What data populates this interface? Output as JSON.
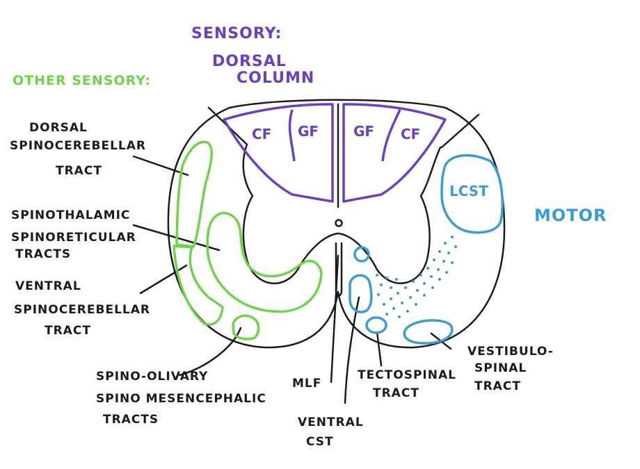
{
  "headings": {
    "sensory": "SENSORY:",
    "dorsal": "DORSAL",
    "column": "COLUMN",
    "other_sensory": "OTHER SENSORY:",
    "motor": "MOTOR"
  },
  "labels": {
    "dsct_1": "DORSAL",
    "dsct_2": "SPINOCEREBELLAR",
    "dsct_3": "TRACT",
    "stt_1": "SPINOTHALAMIC",
    "stt_2": "SPINORETICULAR",
    "stt_3": "TRACTS",
    "vsct_1": "VENTRAL",
    "vsct_2": "SPINOCEREBELLAR",
    "vsct_3": "TRACT",
    "olive_1": "SPINO-OLIVARY",
    "olive_2": "SPINO MESENCEPHALIC",
    "olive_3": "TRACTS",
    "mlf": "MLF",
    "vcst_1": "VENTRAL",
    "vcst_2": "CST",
    "tecto_1": "TECTOSPINAL",
    "tecto_2": "TRACT",
    "vest_1": "VESTIBULO-",
    "vest_2": "SPINAL",
    "vest_3": "TRACT"
  },
  "tracts": {
    "cf_left": "CF",
    "gf_left": "GF",
    "gf_right": "GF",
    "cf_right": "CF",
    "lcst": "LCST"
  },
  "colors": {
    "outline": "#1a1a1a",
    "sensory_dorsal": "#6b3fc0",
    "other_sensory": "#6ed34a",
    "motor": "#3b9bd4"
  }
}
